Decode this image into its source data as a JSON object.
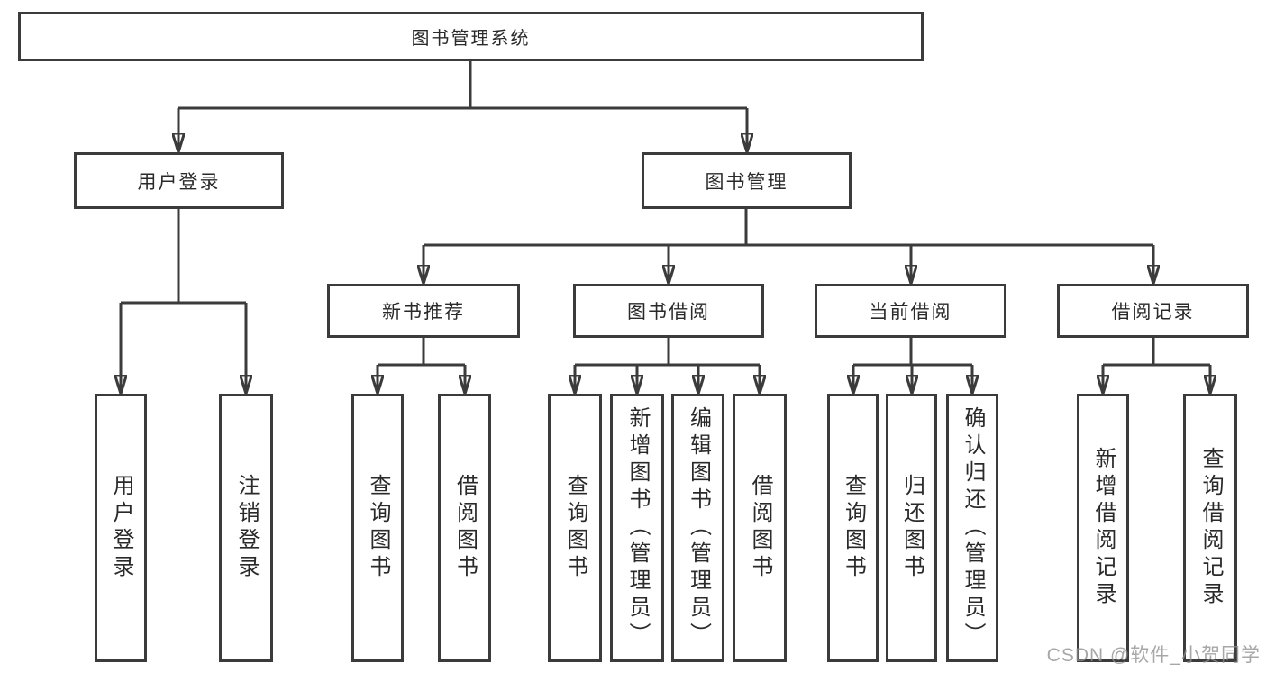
{
  "colors": {
    "line": "#3b3b3b",
    "text": "#2a2a2a",
    "background": "#ffffff",
    "watermark_text": "#8e8e8e"
  },
  "watermark": {
    "text": "CSDN @软件_小贺同学"
  },
  "tree": {
    "label": "图书管理系统",
    "children": [
      {
        "label": "用户登录",
        "children": [
          {
            "label": "用户登录"
          },
          {
            "label": "注销登录"
          }
        ]
      },
      {
        "label": "图书管理",
        "children": [
          {
            "label": "新书推荐",
            "children": [
              {
                "label": "查询图书"
              },
              {
                "label": "借阅图书"
              }
            ]
          },
          {
            "label": "图书借阅",
            "children": [
              {
                "label": "查询图书"
              },
              {
                "label": "新增图书（管理员）"
              },
              {
                "label": "编辑图书（管理员）"
              },
              {
                "label": "借阅图书"
              }
            ]
          },
          {
            "label": "当前借阅",
            "children": [
              {
                "label": "查询图书"
              },
              {
                "label": "归还图书"
              },
              {
                "label": "确认归还（管理员）"
              }
            ]
          },
          {
            "label": "借阅记录",
            "children": [
              {
                "label": "新增借阅记录"
              },
              {
                "label": "查询借阅记录"
              }
            ]
          }
        ]
      }
    ]
  }
}
